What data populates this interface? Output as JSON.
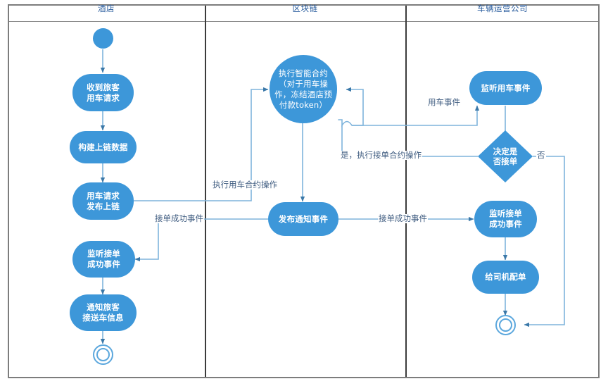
{
  "diagram": {
    "type": "uml-activity-swimlane",
    "title_present": false,
    "accent_color": "#3d97d9",
    "edge_color": "#7fb4dc",
    "label_color": "#3f5c80",
    "frame_color": "#7d7d7d"
  },
  "lanes": [
    {
      "id": "hotel",
      "label": "酒店"
    },
    {
      "id": "blockchain",
      "label": "区块链"
    },
    {
      "id": "operator",
      "label": "车辆运营公司"
    }
  ],
  "nodes": {
    "start": {
      "name": "start-node",
      "label": ""
    },
    "hotel_receive": {
      "label": "收到旅客\n用车请求"
    },
    "hotel_build": {
      "label": "构建上链数据"
    },
    "hotel_publish": {
      "label": "用车请求\n发布上链"
    },
    "hotel_listen": {
      "label": "监听接单\n成功事件"
    },
    "hotel_notify": {
      "label": "通知旅客\n接送车信息"
    },
    "hotel_end": {
      "name": "end-node",
      "label": ""
    },
    "chain_contract": {
      "label": "执行智能合约\n（对于用车操\n作，冻结酒店预\n付款token）"
    },
    "chain_publish_event": {
      "label": "发布通知事件"
    },
    "op_listen_ride": {
      "label": "监听用车事件"
    },
    "op_decision": {
      "label": "决定是\n否接单"
    },
    "op_listen_accept": {
      "label": "监听接单\n成功事件"
    },
    "op_dispatch": {
      "label": "给司机配单"
    },
    "op_end": {
      "name": "end-node",
      "label": ""
    }
  },
  "edge_labels": {
    "exec_ride_contract": "执行用车合约操作",
    "accept_success_left": "接单成功事件",
    "accept_success_right": "接单成功事件",
    "ride_event": "用车事件",
    "yes_exec_accept_contract": "是，执行接单合约操作",
    "no": "否"
  }
}
